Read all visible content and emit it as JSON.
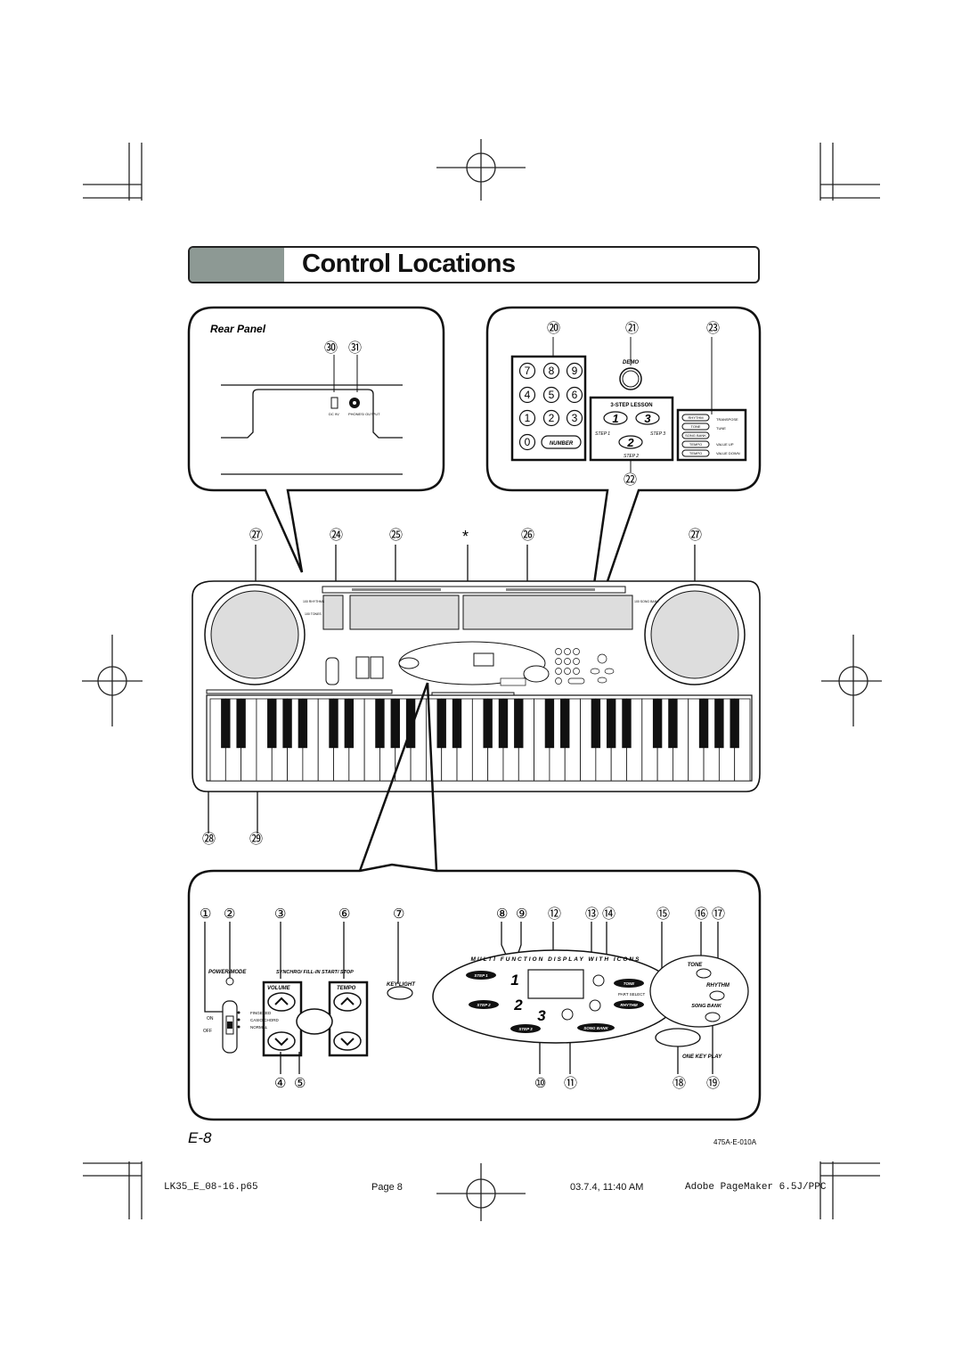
{
  "page_title": "Control Locations",
  "rear_panel": {
    "heading": "Rear Panel",
    "callouts": [
      "㉚",
      "㉛"
    ],
    "dc_label": "DC 9V",
    "phones_label": "PHONES/\nOUTPUT"
  },
  "keypad_panel": {
    "callouts": {
      "numpad": "⑳",
      "demo": "㉑",
      "lesson": "㉒",
      "functions": "㉓"
    },
    "numbers": [
      "7",
      "8",
      "9",
      "4",
      "5",
      "6",
      "1",
      "2",
      "3",
      "0"
    ],
    "number_button": "NUMBER",
    "demo_label": "DEMO",
    "lesson_title": "3-STEP LESSON",
    "step1": "STEP 1",
    "step2": "STEP 2",
    "step3": "STEP 3",
    "lesson_digits": [
      "1",
      "2",
      "3"
    ],
    "function_buttons": [
      "RHYTHM",
      "TONE",
      "SONG BANK",
      "TEMPO",
      "TEMPO"
    ],
    "function_labels": [
      "TRANSPOSE",
      "TUNE",
      "",
      "VALUE UP",
      "VALUE DOWN"
    ]
  },
  "keyboard_callouts": {
    "left_speaker": "㉗",
    "left_panel": "㉔",
    "mid_panel": "㉕",
    "asterisk": "*",
    "right_panel": "㉖",
    "right_speaker": "㉗",
    "bottom_left": "㉘",
    "bottom_right": "㉙"
  },
  "keyboard_small_labels": {
    "left_top": "100\nRHYTHMS",
    "left_mid": "100\nTONES",
    "right_top": "100\nSONG\nBANK"
  },
  "bottom_panel": {
    "top_callouts": [
      "①",
      "②",
      "③",
      "⑥",
      "⑦",
      "⑧",
      "⑨",
      "⑫",
      "⑬",
      "⑭",
      "⑮",
      "⑯",
      "⑰"
    ],
    "bottom_callouts": [
      "④",
      "⑤",
      "⑩",
      "⑪",
      "⑱",
      "⑲"
    ],
    "power_mode": "POWER/MODE",
    "synchro": "SYNCHRO/\nFILL-IN",
    "start_stop": "START/\nSTOP",
    "volume": "VOLUME",
    "tempo": "TEMPO",
    "switch_on": "ON",
    "switch_off": "OFF",
    "mode_options": [
      "FINGERED",
      "CASIO CHORD",
      "NORMAL"
    ],
    "key_light": "KEY LIGHT",
    "arc_text": "MULTI FUNCTION DISPLAY WITH ICONS",
    "step1": "STEP 1",
    "step2": "STEP 2",
    "step3": "STEP 3",
    "big_digits": [
      "1",
      "2",
      "3"
    ],
    "tone_btn": "TONE",
    "rhythm_btn": "RHYTHM",
    "song_bank_btn": "SONG BANK",
    "part_select": "PART SELECT",
    "right_tone": "TONE",
    "right_rhythm": "RHYTHM",
    "right_song_bank": "SONG BANK",
    "one_key_play": "ONE KEY PLAY"
  },
  "page_label": "E-8",
  "doc_code": "475A-E-010A",
  "footer": {
    "file": "LK35_E_08-16.p65",
    "page": "Page 8",
    "date": "03.7.4, 11:40 AM",
    "app": "Adobe PageMaker 6.5J/PPC"
  }
}
